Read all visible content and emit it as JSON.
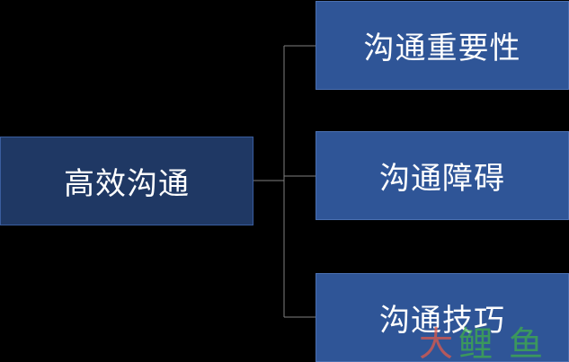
{
  "diagram": {
    "root": {
      "label": "高效沟通"
    },
    "children": [
      {
        "label": "沟通重要性"
      },
      {
        "label": "沟通障碍"
      },
      {
        "label": "沟通技巧"
      }
    ]
  },
  "watermark": {
    "text": "大鲤鱼"
  },
  "colors": {
    "background": "#000000",
    "root_fill": "#1f3864",
    "child_fill": "#2f5597",
    "connector": "#7f7f7f",
    "watermark_red": "#e05a4a",
    "watermark_green": "#3fae4a"
  }
}
